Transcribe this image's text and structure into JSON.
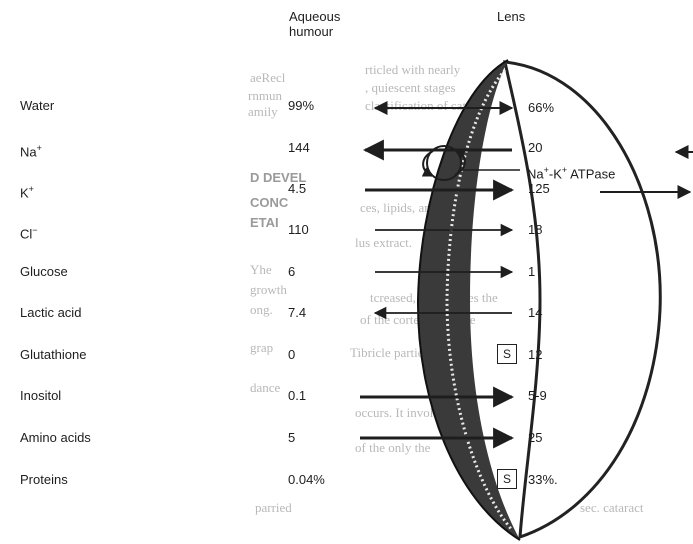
{
  "headers": {
    "aqueous": "Aqueous humour",
    "lens": "Lens"
  },
  "pump_label": {
    "ion1": "Na",
    "ion2": "K",
    "plus": "+",
    "dash": "-",
    "name": "ATPase"
  },
  "rows": [
    {
      "label": "Water",
      "aqueous": "99%",
      "lens": "66%",
      "direction": "both",
      "marker": ""
    },
    {
      "label": "Na",
      "label_sup": "+",
      "aqueous": "144",
      "lens": "20",
      "direction": "pump-out-in",
      "marker": ""
    },
    {
      "label": "K",
      "label_sup": "+",
      "aqueous": "4.5",
      "lens": "125",
      "direction": "pump-in-out",
      "marker": ""
    },
    {
      "label": "Cl",
      "label_sup": "−",
      "aqueous": "110",
      "lens": "18",
      "direction": "in",
      "marker": ""
    },
    {
      "label": "Glucose",
      "aqueous": "6",
      "lens": "1",
      "direction": "in",
      "marker": ""
    },
    {
      "label": "Lactic acid",
      "aqueous": "7.4",
      "lens": "14",
      "direction": "out",
      "marker": ""
    },
    {
      "label": "Glutathione",
      "aqueous": "0",
      "lens": "12",
      "direction": "none",
      "marker": "S"
    },
    {
      "label": "Inositol",
      "aqueous": "0.1",
      "lens": "5-9",
      "direction": "in-thick",
      "marker": ""
    },
    {
      "label": "Amino acids",
      "aqueous": "5",
      "lens": "25",
      "direction": "in-thick",
      "marker": ""
    },
    {
      "label": "Proteins",
      "aqueous": "0.04%",
      "lens": "33%.",
      "direction": "none",
      "marker": "S"
    }
  ],
  "colors": {
    "ink": "#1e1e1e",
    "capsule": "#3a3a3a",
    "faded_text": "#b8b8b8"
  }
}
